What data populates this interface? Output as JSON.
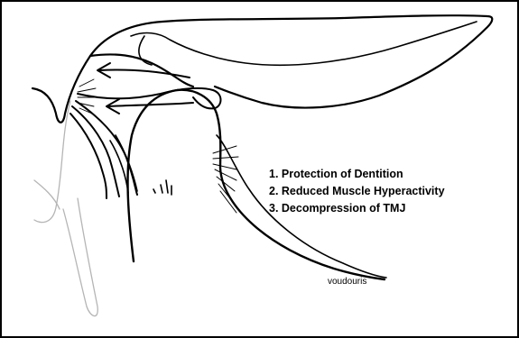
{
  "diagram": {
    "numbered_list": [
      "1. Protection of Dentition",
      "2. Reduced Muscle Hyperactivity",
      "3. Decompression of TMJ"
    ],
    "signature": "voudouris"
  },
  "colors": {
    "ink": "#000000",
    "background": "#ffffff",
    "outline": "#b5b5b5"
  }
}
